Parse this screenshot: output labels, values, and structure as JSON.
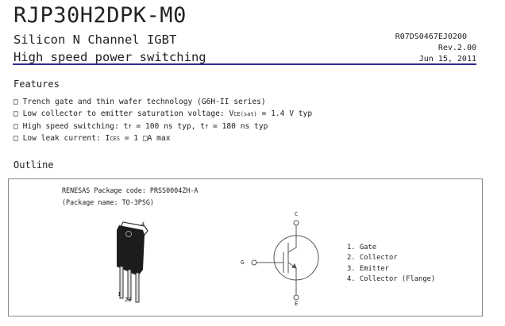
{
  "header": {
    "part_number": "RJP30H2DPK-M0",
    "subtitle": "Silicon N Channel IGBT",
    "subtitle2": "High speed power switching",
    "doc_number": "R07DS0467EJ0200",
    "revision": "Rev.2.00",
    "date": "Jun 15, 2011"
  },
  "features": {
    "heading": "Features",
    "items": [
      {
        "bullet": "□",
        "text": "Trench gate and thin wafer technology (G6H-II series)"
      },
      {
        "bullet": "□",
        "pre": "Low collector to emitter saturation voltage: V",
        "sub": "CE(sat)",
        "post": " = 1.4 V typ"
      },
      {
        "bullet": "□",
        "pre": "High speed switching: t",
        "sub": "f",
        "mid": " = 100 ns typ, t",
        "sub2": "f",
        "post": " = 180 ns typ"
      },
      {
        "bullet": "□",
        "pre": "Low leak current: I",
        "sub": "CES",
        "post": " = 1 □A max"
      }
    ]
  },
  "outline": {
    "heading": "Outline",
    "package_code": "RENESAS Package code: PRSS0004ZH-A",
    "package_name": "(Package name: TO-3PSG)",
    "pkg_labels": {
      "tab": "4",
      "pin1": "1",
      "pin23": "23"
    },
    "symbol_labels": {
      "c": "C",
      "g": "G",
      "e": "E"
    },
    "pins": [
      "1. Gate",
      "2. Collector",
      "3. Emitter",
      "4. Collector (Flange)"
    ]
  }
}
